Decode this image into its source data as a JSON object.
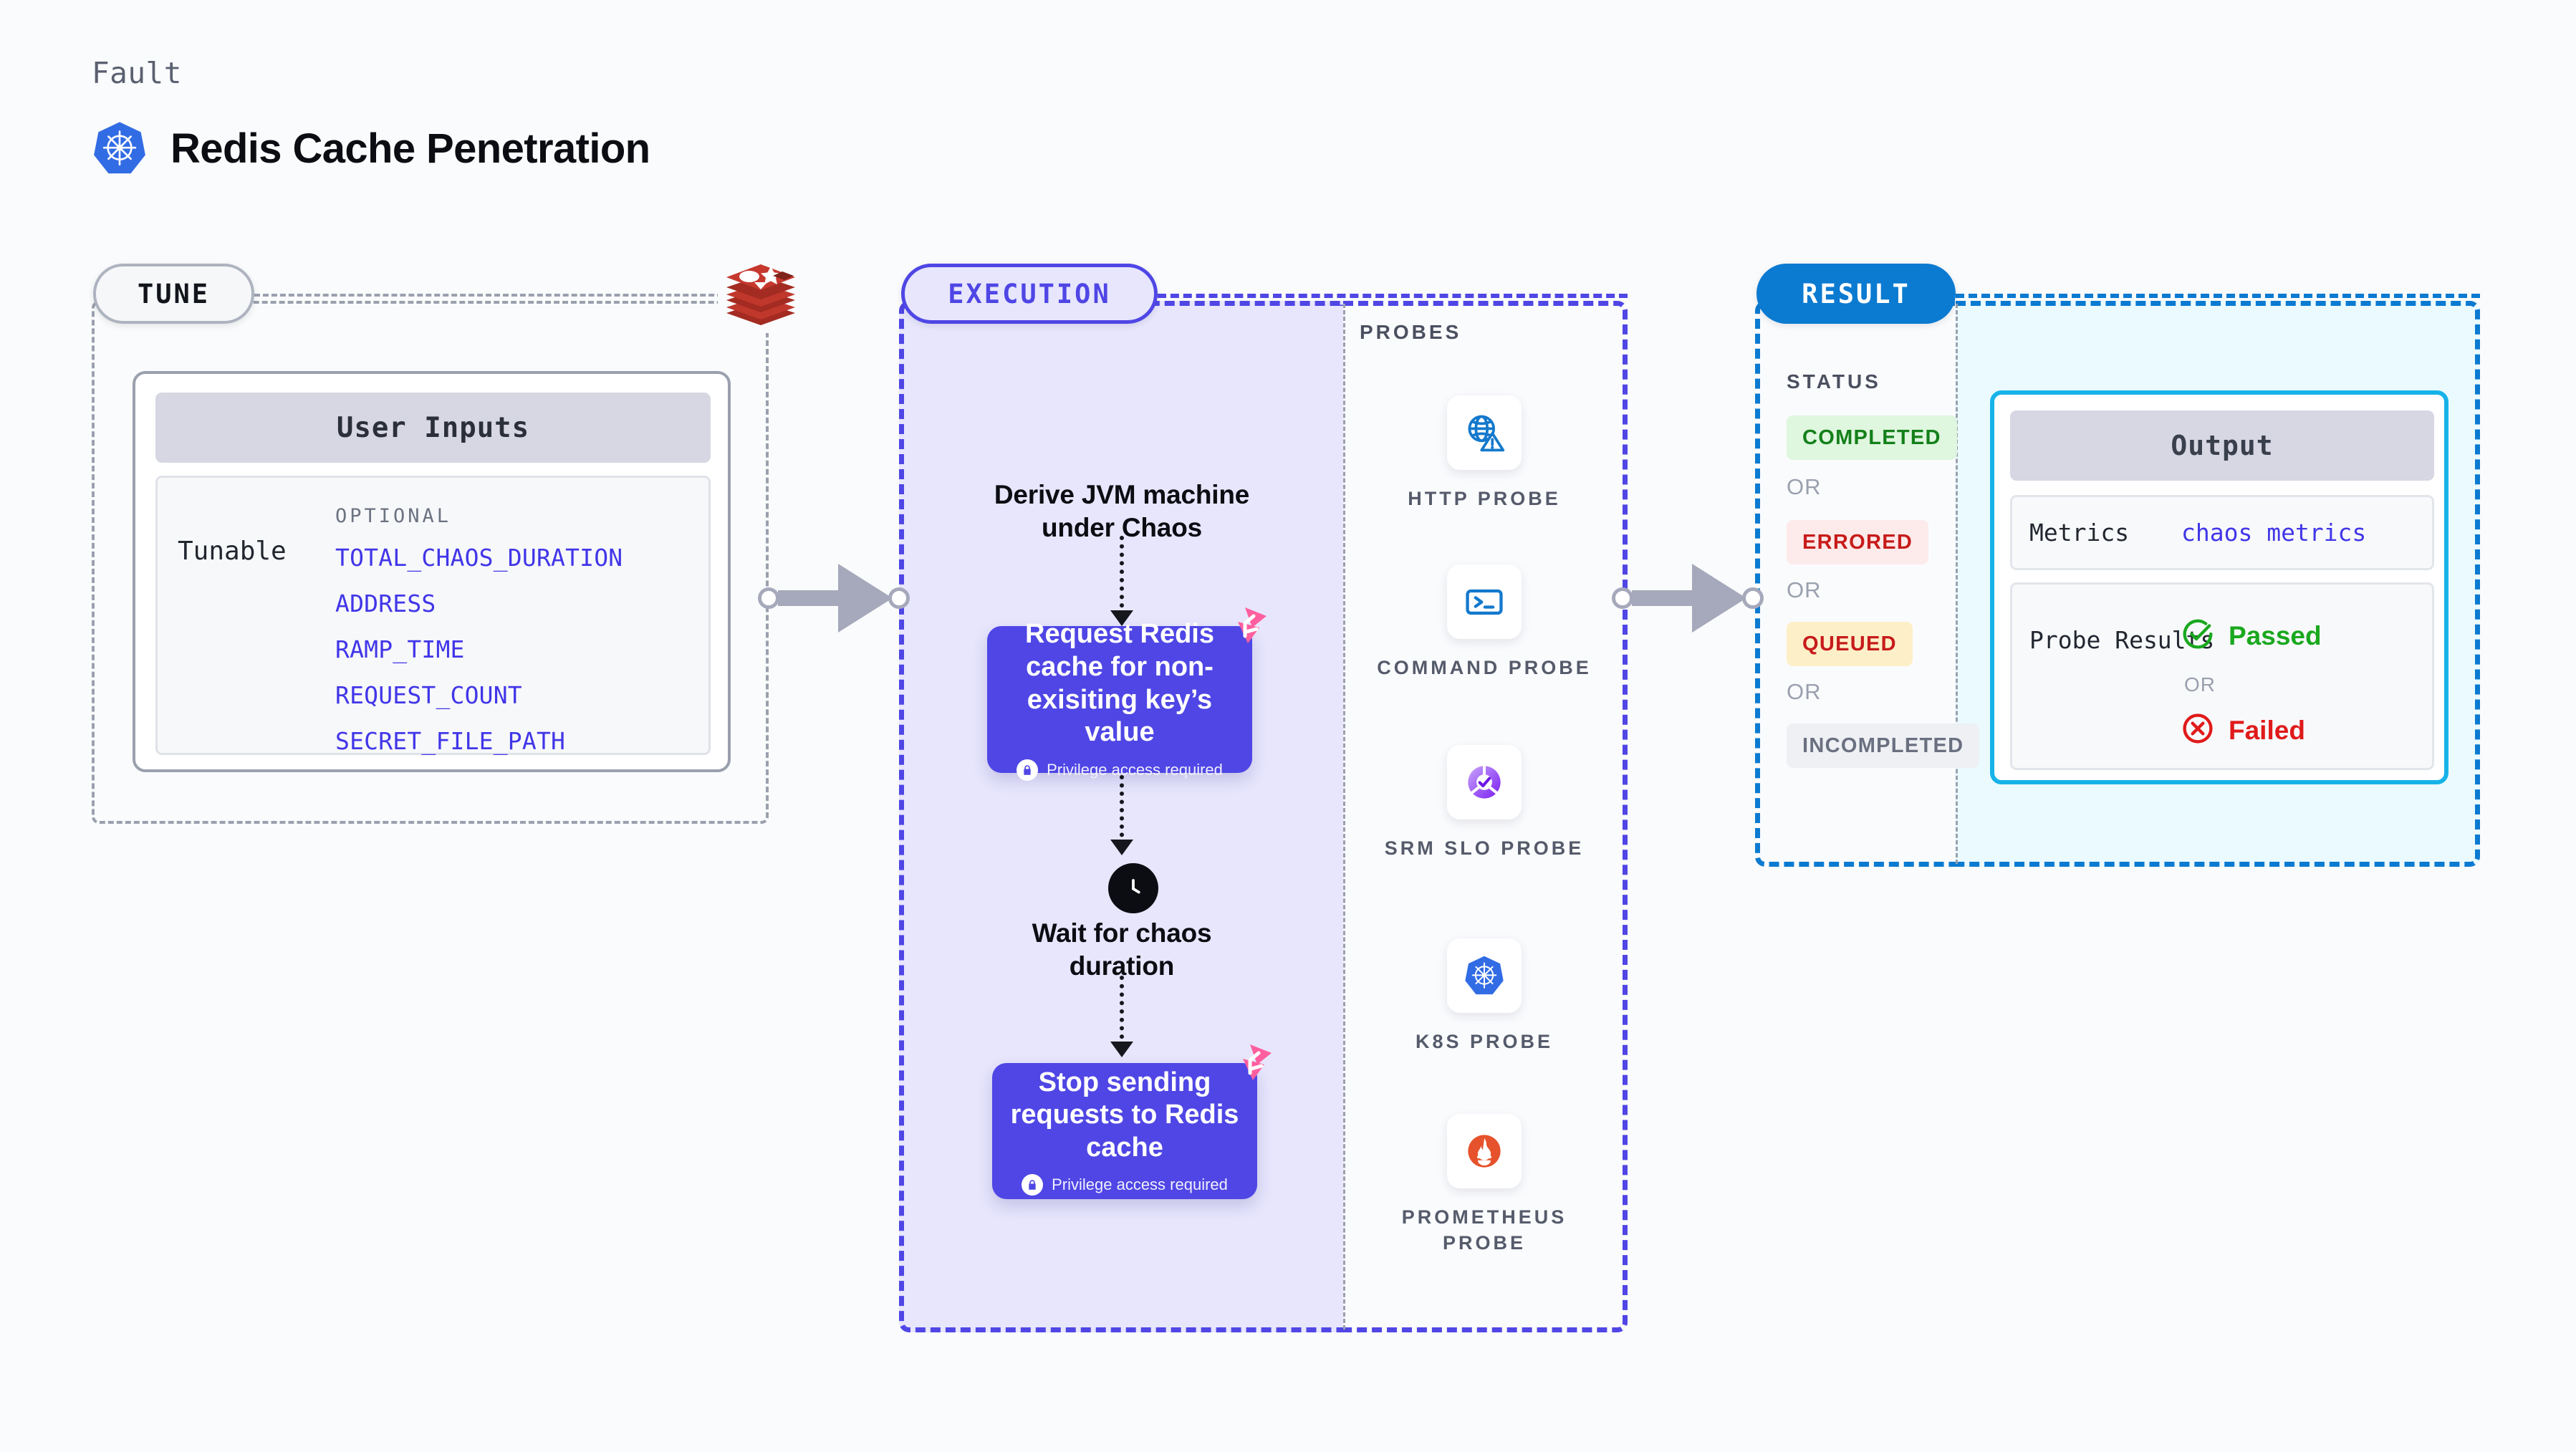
{
  "header": {
    "kicker": "Fault",
    "title": "Redis Cache Penetration",
    "logo_icon": "kubernetes-icon"
  },
  "stages": {
    "tune": {
      "pill_label": "TUNE",
      "redis_icon": "redis-logo-icon",
      "card_title": "User Inputs",
      "row_label": "Tunable",
      "optional_label": "OPTIONAL",
      "variables": [
        "TOTAL_CHAOS_DURATION",
        "ADDRESS",
        "RAMP_TIME",
        "REQUEST_COUNT",
        "SECRET_FILE_PATH"
      ]
    },
    "execution": {
      "pill_label": "EXECUTION",
      "steps": [
        {
          "kind": "caption",
          "text": "Derive JVM machine under Chaos"
        },
        {
          "kind": "action",
          "title": "Request Redis cache for non-exisiting key’s value",
          "note": "Privilege access required",
          "badge_icon": "chaos-badge-icon",
          "lock_icon": "lock-icon"
        },
        {
          "kind": "wait",
          "icon": "clock-icon",
          "text": "Wait for chaos duration"
        },
        {
          "kind": "action",
          "title": "Stop sending requests to Redis cache",
          "note": "Privilege access required",
          "badge_icon": "chaos-badge-icon",
          "lock_icon": "lock-icon"
        }
      ]
    },
    "probes": {
      "title": "PROBES",
      "items": [
        {
          "label": "HTTP PROBE",
          "icon": "globe-warning-icon"
        },
        {
          "label": "COMMAND PROBE",
          "icon": "terminal-icon"
        },
        {
          "label": "SRM SLO PROBE",
          "icon": "slo-donut-check-icon"
        },
        {
          "label": "K8S PROBE",
          "icon": "kubernetes-icon"
        },
        {
          "label": "PROMETHEUS PROBE",
          "icon": "prometheus-icon"
        }
      ]
    },
    "result": {
      "pill_label": "RESULT",
      "status_title": "STATUS",
      "or_label": "OR",
      "statuses": [
        {
          "label": "COMPLETED",
          "bg": "#dff6df",
          "fg": "#14801a"
        },
        {
          "label": "ERRORED",
          "bg": "#fdeaea",
          "fg": "#c71b1b"
        },
        {
          "label": "QUEUED",
          "bg": "#fdefc8",
          "fg": "#c71b1b"
        },
        {
          "label": "INCOMPLETED",
          "bg": "#eef0f4",
          "fg": "#6a7080"
        }
      ]
    },
    "output": {
      "card_title": "Output",
      "metrics_key": "Metrics",
      "metrics_value": "chaos metrics",
      "probe_results_key": "Probe Results",
      "passed_label": "Passed",
      "failed_label": "Failed",
      "or_label": "OR",
      "passed_icon": "check-circle-icon",
      "failed_icon": "x-circle-icon"
    }
  },
  "colors": {
    "indigo": "#4f46e5",
    "indigo_bg": "#e7e6fd",
    "blue": "#0b7ad1",
    "cyan": "#17b3e8",
    "cyan_bg": "#eafaff",
    "grey_border": "#9aa0ad",
    "page_bg": "#fafbfc",
    "pink": "#ff5f9e",
    "green": "#1aa81f",
    "red": "#e01a1a"
  }
}
